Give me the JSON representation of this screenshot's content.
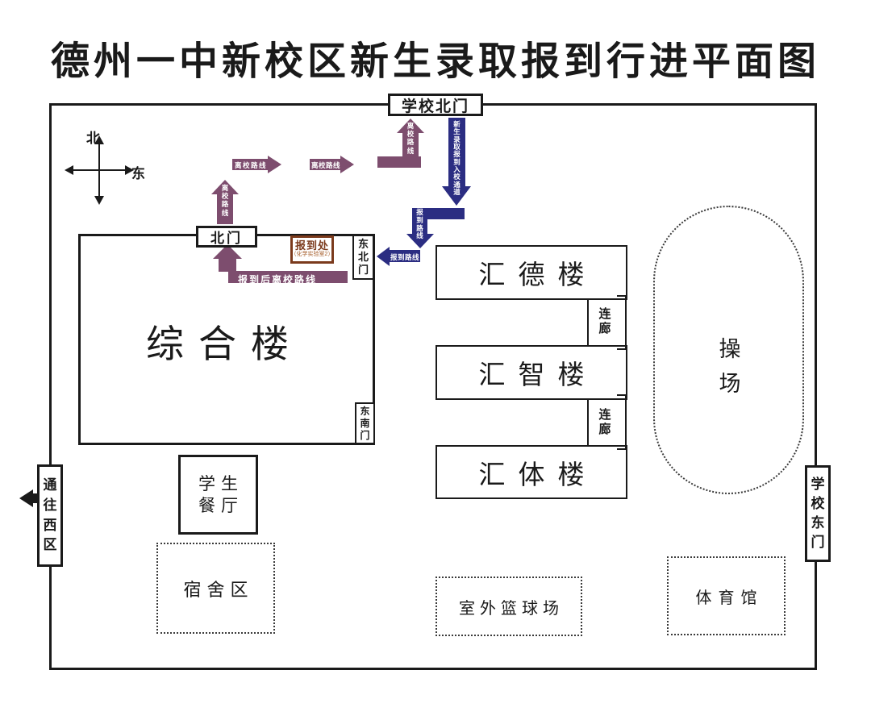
{
  "title": "德州一中新校区新生录取报到行进平面图",
  "compass": {
    "north": "北",
    "east": "东"
  },
  "boundary_gates": {
    "school_north": "学校北门",
    "school_east": "学校东门",
    "west_exit": "通往西区"
  },
  "main_building": {
    "name": "综合楼",
    "north_door": "北门",
    "northeast_door": "东北门",
    "southeast_door": "东南门"
  },
  "registration_office": {
    "label": "报到处",
    "sublabel": "（化学实验室2）"
  },
  "teaching_buildings": {
    "huide": "汇德楼",
    "huizhi": "汇智楼",
    "huiti": "汇体楼",
    "corridor": "连廊"
  },
  "facilities": {
    "playground": "操场",
    "canteen_line1": "学生",
    "canteen_line2": "餐厅",
    "dormitory": "宿舍区",
    "basketball": "室外篮球场",
    "gym": "体育馆"
  },
  "routes": {
    "leave_label": "离校路线",
    "enter_label": "新生录取报到入校通道",
    "register_label": "报到路线",
    "leave_after_label": "报到后离校路线"
  },
  "colors": {
    "line": "#1a1a1a",
    "leave_route": "#7d4d6e",
    "register_route": "#2b2d82",
    "reg_box": "#7b3a1c",
    "reg_sub": "#a55c28"
  }
}
